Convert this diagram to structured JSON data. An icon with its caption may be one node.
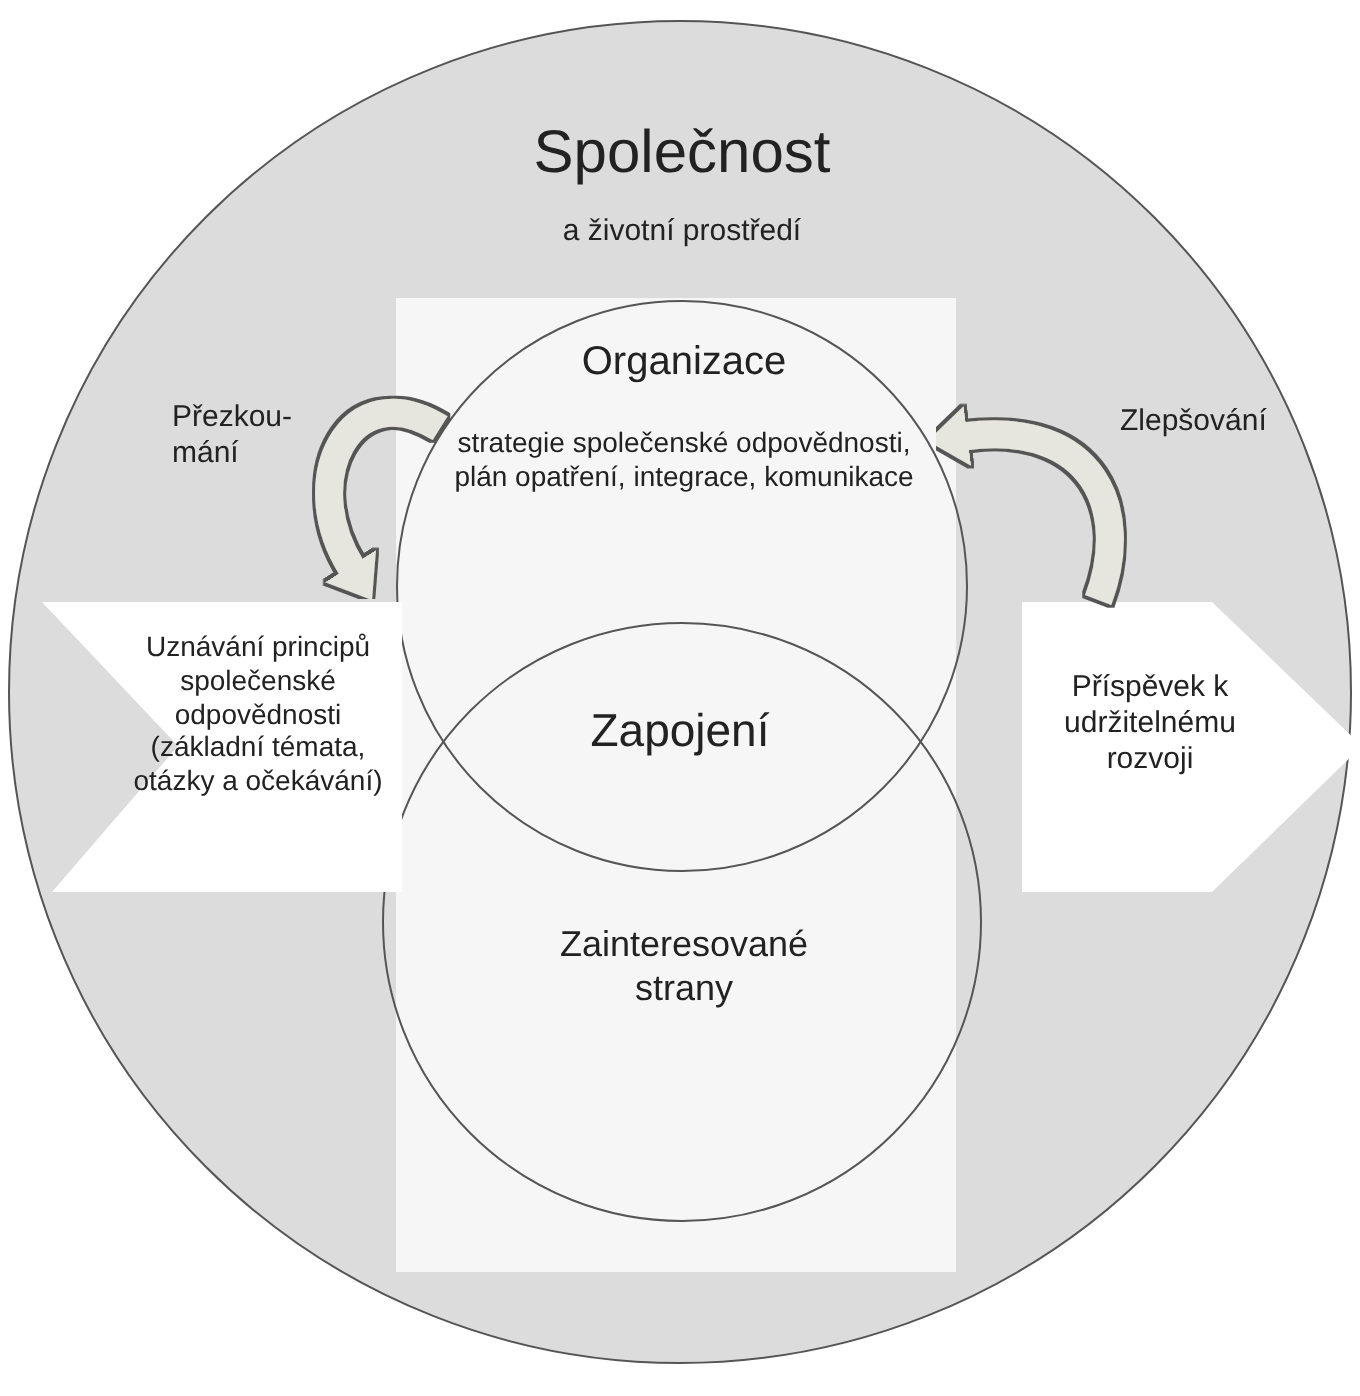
{
  "diagram": {
    "nodes": [
      {
        "text": [
          "Společnost",
          "a životní prostředí"
        ]
      },
      {
        "text": [
          "Organizace",
          "strategie společenské odpovědnosti, plán opatření, integrace, komunikace"
        ],
        "in": 0
      },
      {
        "text": [
          "Zainteresované strany"
        ],
        "in": 0
      },
      {
        "text": [
          "Uznávání principů společenské odpovědnosti (základní témata, otázky a očekávání)"
        ],
        "in": 0
      },
      {
        "text": [
          "Příspěvek k udržitelnému rozvoji"
        ],
        "in": 0
      }
    ],
    "edges": [
      {
        "from": 1,
        "to": 3,
        "arrow": "to",
        "label": "Přezkou-mání"
      },
      {
        "from": 4,
        "to": 1,
        "arrow": "to",
        "label": "Zlepšování"
      }
    ],
    "labels": [
      "Zapojení"
    ]
  }
}
